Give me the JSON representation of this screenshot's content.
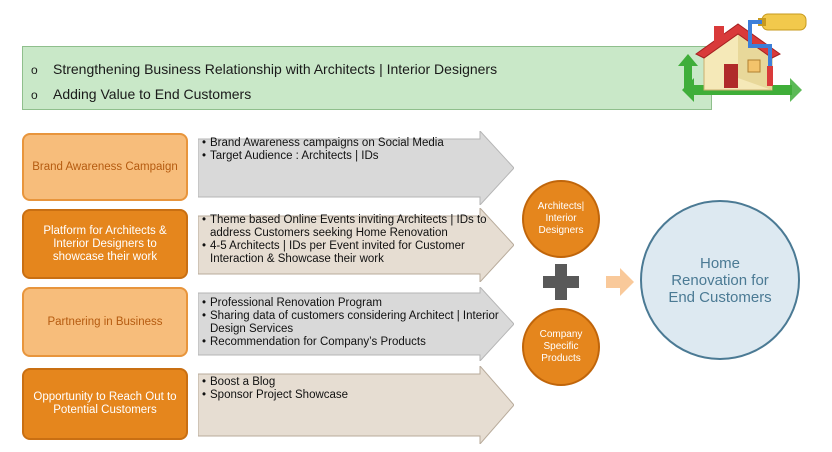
{
  "banner": {
    "items": [
      "Strengthening Business Relationship with Architects | Interior Designers",
      "Adding Value to End Customers"
    ],
    "bullet_char": "o"
  },
  "rows": [
    {
      "label": "Brand Awareness Campaign",
      "style": "light",
      "bullets": [
        "Brand Awareness campaigns on Social Media",
        "Target Audience : Architects | IDs"
      ]
    },
    {
      "label": "Platform for Architects & Interior Designers to showcase their work",
      "style": "dark",
      "bullets": [
        "Theme based Online Events inviting Architects | IDs to address Customers seeking Home Renovation",
        "4-5 Architects | IDs per Event invited for Customer Interaction & Showcase their work"
      ]
    },
    {
      "label": "Partnering in Business",
      "style": "light",
      "bullets": [
        "Professional Renovation Program",
        "Sharing data of customers considering Architect | Interior Design Services",
        "Recommendation for Company’s Products"
      ]
    },
    {
      "label": "Opportunity to Reach Out to Potential Customers",
      "style": "dark",
      "bullets": [
        "Boost a Blog",
        "Sponsor Project Showcase"
      ]
    }
  ],
  "circles": {
    "top": "Architects| Interior Designers",
    "bottom": "Company Specific Products",
    "result": "Home Renovation for End Customers"
  },
  "colors": {
    "banner_fill": "#c9e8c8",
    "orange_dark": "#e5861d",
    "orange_light": "#f7bd7b",
    "arrow_fill": "#d9d9d9",
    "arrow_fill_alt": "#e6ddd2",
    "plus": "#595959",
    "result_fill": "#dde9f1",
    "result_text": "#4b7a94"
  }
}
